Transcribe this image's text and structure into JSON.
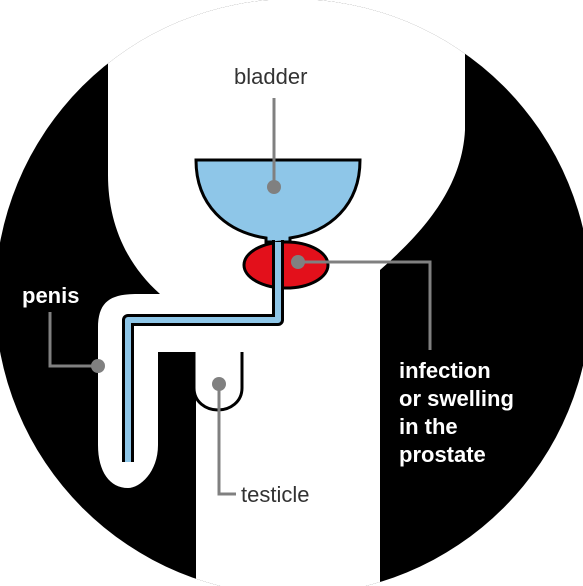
{
  "labels": {
    "bladder": "bladder",
    "penis": "penis",
    "testicle": "testicle",
    "prostate": [
      "infection",
      "or swelling",
      "in the",
      "prostate"
    ]
  },
  "colors": {
    "background_ring": "#000000",
    "body": "#ffffff",
    "bladder": "#8ec6e8",
    "prostate": "#e3101b",
    "urethra": "#8ec6e8",
    "leader_line": "#808080"
  }
}
